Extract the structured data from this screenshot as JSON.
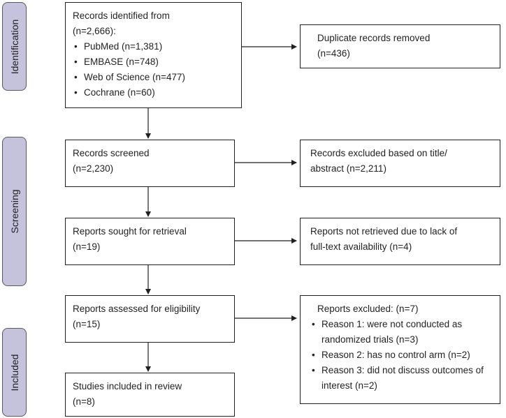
{
  "stages": {
    "identification": "Identification",
    "screening": "Screening",
    "included": "Included"
  },
  "records_identified": {
    "title": "Records identified from",
    "count": "(n=2,666):",
    "sources": [
      "PubMed (n=1,381)",
      "EMBASE (n=748)",
      "Web of Science (n=477)",
      "Cochrane (n=60)"
    ]
  },
  "duplicates_removed": {
    "title": "Duplicate records removed",
    "count": "(n=436)"
  },
  "records_screened": {
    "title": "Records screened",
    "count": "(n=2,230)"
  },
  "records_excluded": {
    "line1": "Records excluded based on title/",
    "line2": "abstract (n=2,211)"
  },
  "reports_sought": {
    "title": "Reports sought for retrieval",
    "count": "(n=19)"
  },
  "reports_not_retrieved": {
    "line1": "Reports not retrieved due to lack of",
    "line2": "full-text availability (n=4)"
  },
  "reports_assessed": {
    "title": "Reports assessed for eligibility",
    "count": "(n=15)"
  },
  "reports_excluded": {
    "title": "Reports excluded: (n=7)",
    "reasons": [
      "Reason 1: were not conducted as randomized trials (n=3)",
      "Reason 2: has no control arm (n=2)",
      "Reason 3: did not discuss outcomes of interest (n=2)"
    ]
  },
  "studies_included": {
    "title": "Studies included in review",
    "count": "(n=8)"
  }
}
